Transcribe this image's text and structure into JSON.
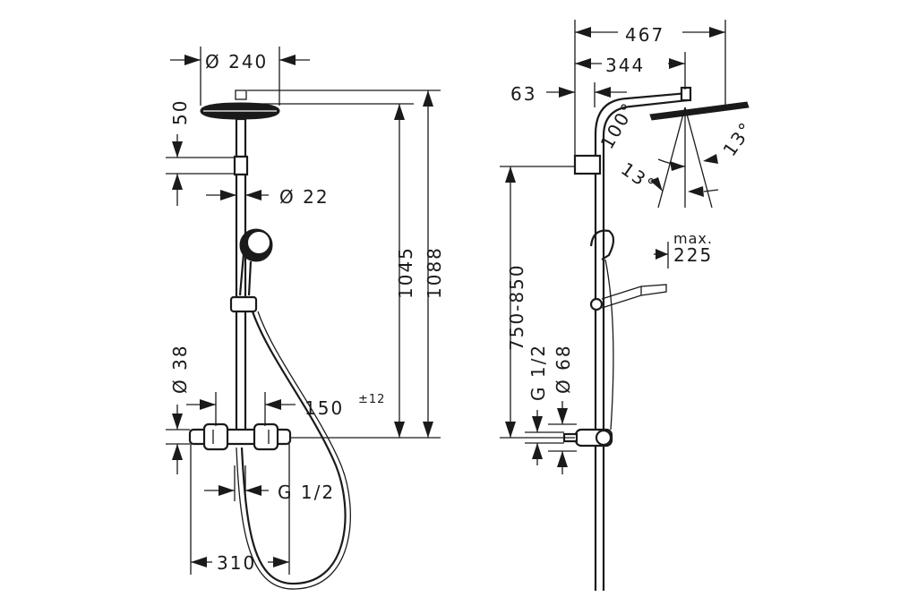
{
  "front_view": {
    "head_diameter": "Ø 240",
    "head_height": "50",
    "pipe_diameter": "Ø 22",
    "height_1045": "1045",
    "height_1088": "1088",
    "connector_diameter": "Ø 38",
    "outlet_spacing": "150",
    "outlet_tolerance": "±12",
    "inlet_thread": "G 1/2",
    "thermostat_width": "310"
  },
  "side_view": {
    "overall_depth": "467",
    "arm_reach": "344",
    "wall_offset": "63",
    "arm_angle": "100°",
    "tilt_left": "13°",
    "tilt_right": "13°",
    "handshower_label_max": "max.",
    "handshower_label_value": "225",
    "mount_height": "750-850",
    "inlet_thread": "G 1/2",
    "escutcheon_diameter": "Ø 68"
  }
}
